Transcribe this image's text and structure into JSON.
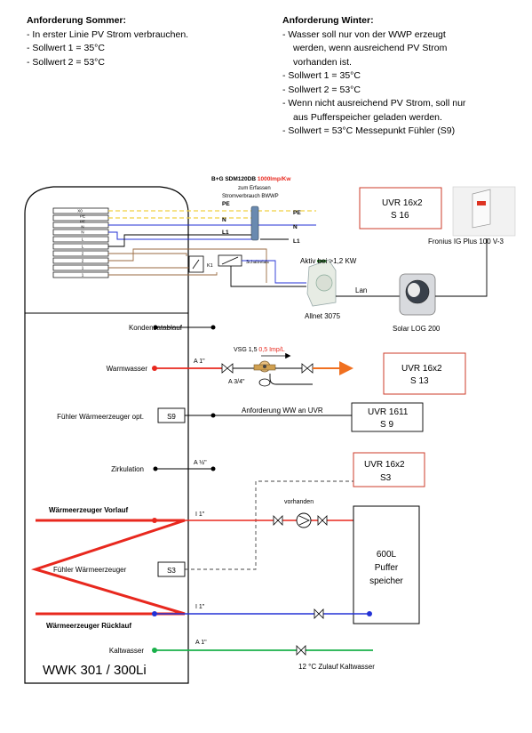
{
  "summer": {
    "title": "Anforderung Sommer:",
    "lines": [
      "- In erster Linie PV Strom verbrauchen.",
      "- Sollwert 1 = 35°C",
      "- Sollwert 2 = 53°C"
    ]
  },
  "winter": {
    "title": "Anforderung Winter:",
    "lines": [
      "- Wasser soll nur von der WWP erzeugt",
      "werden, wenn ausreichend PV Strom",
      "vorhanden ist.",
      "- Sollwert 1 = 35°C",
      "- Sollwert 2 = 53°C",
      "- Wenn nicht ausreichend PV Strom, soll nur",
      "aus Pufferspeicher geladen werden.",
      "- Sollwert = 53°C Messepunkt Fühler (S9)"
    ]
  },
  "meter": {
    "name_prefix": "B+G SDM120DB ",
    "name_rate": "1000Imp/Kw",
    "line2": "zum Erfassen",
    "line3": "Stromverbrauch BWWP",
    "pe_label": "PE",
    "n_label": "N",
    "l1_label": "L1"
  },
  "terminals": [
    "X0",
    "PE",
    "PE",
    "N",
    "N",
    "L",
    "L",
    "2",
    "2",
    "1",
    "1"
  ],
  "bus_labels": {
    "pe": "PE",
    "n": "N",
    "l1": "L1"
  },
  "k1_label": "K1",
  "relay_label": "Schaltrelais",
  "uvr_s16": {
    "line1": "UVR 16x2",
    "line2": "S 16"
  },
  "fronius_label": "Fronius IG Plus 100 V-3",
  "aktiv_label": "Aktiv bei >1,2 KW",
  "lan_label": "Lan",
  "allnet_label": "Allnet 3075",
  "solarlog_label": "Solar LOG 200",
  "kondensat_label": "Kondensatablauf",
  "warmwasser_label": "Warmwasser",
  "warm_a1": "A 1\"",
  "vsg_prefix": "VSG 1,5 ",
  "vsg_rate": "0,5 Imp/L",
  "a34_label": "A 3/4\"",
  "uvr_s13": {
    "line1": "UVR 16x2",
    "line2": "S 13"
  },
  "fuehler_opt_label": "Fühler Wärmeerzeuger opt.",
  "s9_label": "S9",
  "anforderung_ww_label": "Anforderung WW an UVR",
  "uvr1611": {
    "line1": "UVR 1611",
    "line2": "S 9"
  },
  "zirk_label": "Zirkulation",
  "zirk_a": "A ½\"",
  "uvr_s3": {
    "line1": "UVR 16x2",
    "line2": "S3"
  },
  "vorlauf_label": "Wärmeerzeuger Vorlauf",
  "vorlauf_i": "I 1\"",
  "vorhanden_label": "vorhanden",
  "puffer": {
    "l1": "600L",
    "l2": "Puffer",
    "l3": "speicher"
  },
  "fuehler_we_label": "Fühler Wärmeerzeuger",
  "s3_label": "S3",
  "ruecklauf_label": "Wärmeerzeuger Rücklauf",
  "ruecklauf_i": "I 1\"",
  "kaltwasser_label": "Kaltwasser",
  "kalt_a": "A 1\"",
  "zulauf_label": "12 °C Zulauf Kaltwasser",
  "tank_label": "WWK 301 / 300Li",
  "colors": {
    "red": "#e8281e",
    "blue": "#2332d6",
    "green": "#19b04a",
    "orange": "#f07020",
    "yellow": "#f0d040",
    "brown": "#9a6a40",
    "box_border": "#cc3b2a"
  }
}
